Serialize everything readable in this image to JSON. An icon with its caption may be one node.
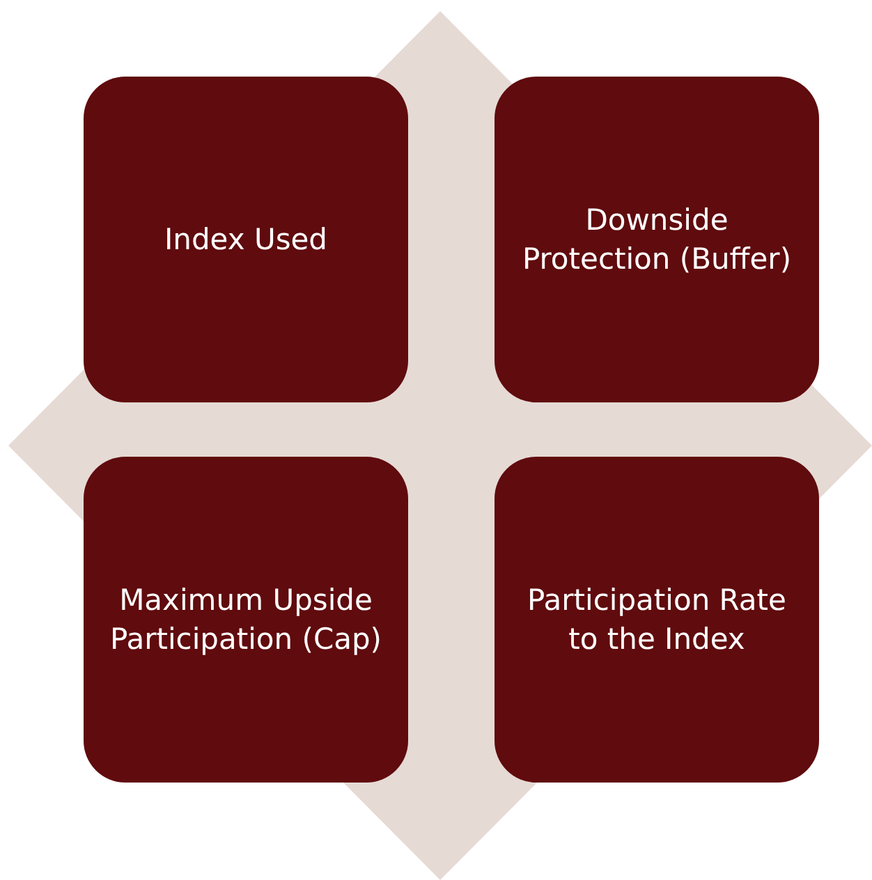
{
  "diagram": {
    "nodes": [
      {
        "text": [
          "Index Used"
        ]
      },
      {
        "text": [
          "Downside Protection (Buffer)"
        ]
      },
      {
        "text": [
          "Maximum Upside Participation (Cap)"
        ]
      },
      {
        "text": [
          "Participation Rate to the Index"
        ]
      }
    ]
  }
}
